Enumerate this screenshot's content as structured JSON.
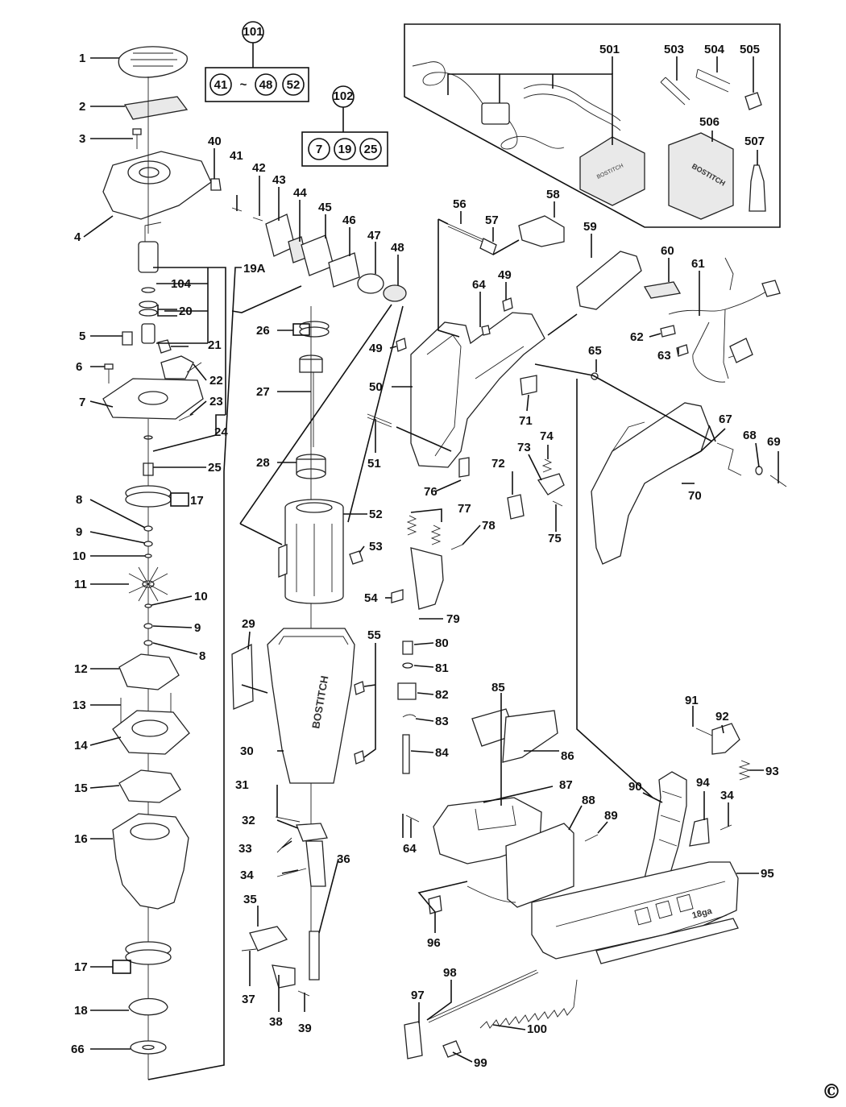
{
  "diagram": {
    "callouts": {
      "c101": "101",
      "c102": "102",
      "g101": [
        "41",
        "48",
        "52"
      ],
      "g101_sep": "~",
      "g102": [
        "7",
        "19",
        "25"
      ]
    },
    "labels": {
      "p1": "1",
      "p2": "2",
      "p3": "3",
      "p4": "4",
      "p5": "5",
      "p6": "6",
      "p7": "7",
      "p8a": "8",
      "p9a": "9",
      "p10a": "10",
      "p11": "11",
      "p10b": "10",
      "p9b": "9",
      "p8b": "8",
      "p12": "12",
      "p13": "13",
      "p14": "14",
      "p15": "15",
      "p16": "16",
      "p17a": "17",
      "p17b": "17",
      "p18": "18",
      "p66": "66",
      "p104": "104",
      "p20": "20",
      "p19a": "19A",
      "p21": "21",
      "p22": "22",
      "p23": "23",
      "p24": "24",
      "p25": "25",
      "p40": "40",
      "p41": "41",
      "p42": "42",
      "p43": "43",
      "p44": "44",
      "p45": "45",
      "p46": "46",
      "p47": "47",
      "p48": "48",
      "p26": "26",
      "p27": "27",
      "p28": "28",
      "p52": "52",
      "p53": "53",
      "p29": "29",
      "p55": "55",
      "p30": "30",
      "p31": "31",
      "p32": "32",
      "p33": "33",
      "p34a": "34",
      "p35": "35",
      "p36": "36",
      "p37": "37",
      "p38": "38",
      "p39": "39",
      "p501": "501",
      "p503": "503",
      "p504": "504",
      "p505": "505",
      "p506": "506",
      "p507": "507",
      "p56": "56",
      "p57": "57",
      "p58": "58",
      "p59": "59",
      "p60": "60",
      "p61": "61",
      "p62": "62",
      "p63": "63",
      "p64a": "64",
      "p49a": "49",
      "p49b": "49",
      "p50": "50",
      "p51": "51",
      "p65": "65",
      "p71": "71",
      "p76": "76",
      "p77": "77",
      "p78": "78",
      "p72": "72",
      "p73": "73",
      "p74": "74",
      "p75": "75",
      "p67": "67",
      "p68": "68",
      "p69": "69",
      "p70": "70",
      "p54": "54",
      "p79": "79",
      "p80": "80",
      "p81": "81",
      "p82": "82",
      "p83": "83",
      "p84": "84",
      "p85": "85",
      "p86": "86",
      "p87": "87",
      "p88": "88",
      "p89": "89",
      "p64b": "64",
      "p96": "96",
      "p90": "90",
      "p91": "91",
      "p92": "92",
      "p93": "93",
      "p94": "94",
      "p34b": "34",
      "p95": "95",
      "p97": "97",
      "p98": "98",
      "p100": "100",
      "p99": "99"
    },
    "case_brand": "BOSTITCH",
    "battery_brand": "BOSTITCH",
    "rail_text": "18ga",
    "copyright": "©"
  }
}
